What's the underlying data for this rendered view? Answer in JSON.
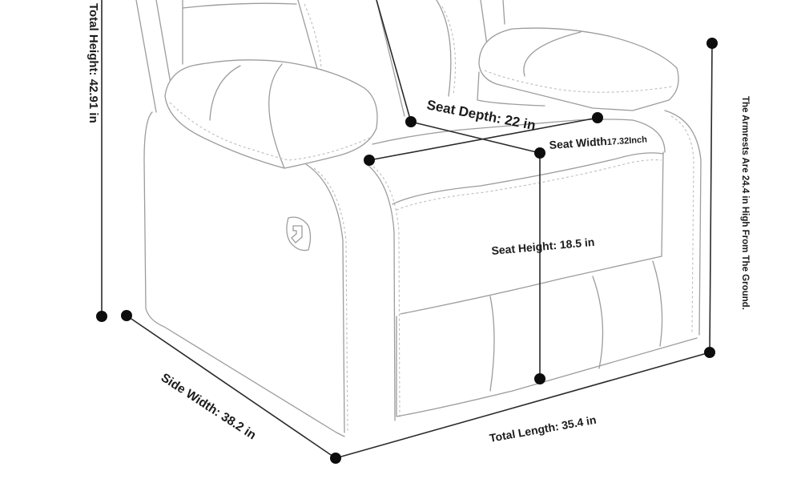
{
  "labels": {
    "total_height": "Total Height: 42.91 in",
    "seat_depth": "Seat Depth: 22 in",
    "seat_width": "Seat Width",
    "seat_width_value": "17.32Inch",
    "seat_height": "Seat Height: 18.5 in",
    "armrest_note": "The Armrests Are 24.4 in High From The Ground.",
    "side_width": "Side Width: 38.2 in",
    "total_length": "Total Length: 35.4 in"
  },
  "colors": {
    "line": "#2a2a2a",
    "dot": "#0d0d0d",
    "outline": "#9c9c9c",
    "text": "#1c1c1c"
  }
}
